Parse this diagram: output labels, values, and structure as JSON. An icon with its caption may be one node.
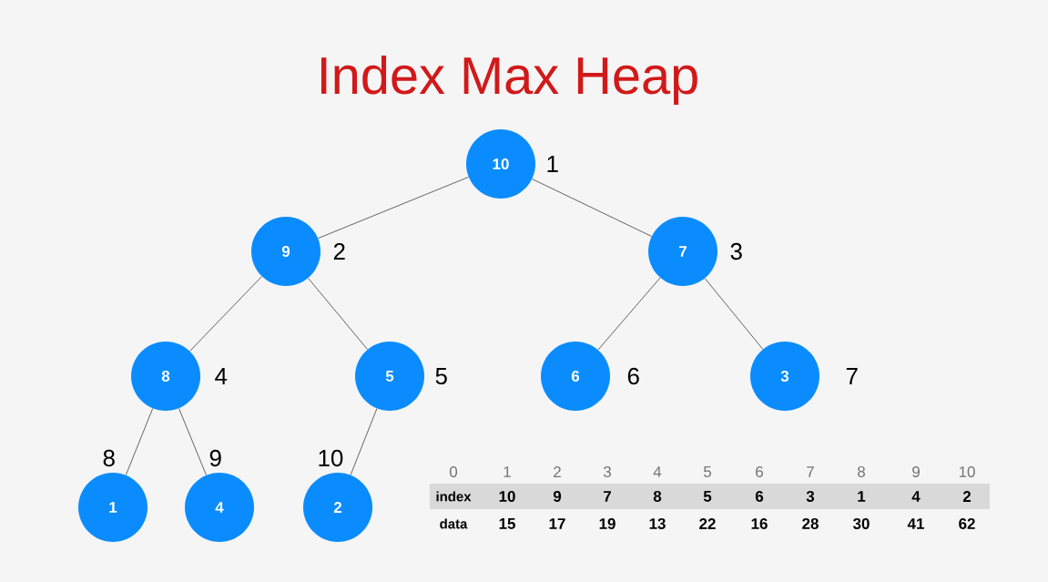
{
  "diagram": {
    "title": "Index Max Heap",
    "nodes": [
      {
        "text": [
          "10"
        ],
        "beside": [
          "1"
        ]
      },
      {
        "text": [
          "9"
        ],
        "beside": [
          "2"
        ]
      },
      {
        "text": [
          "7"
        ],
        "beside": [
          "3"
        ]
      },
      {
        "text": [
          "8"
        ],
        "beside": [
          "4"
        ]
      },
      {
        "text": [
          "5"
        ],
        "beside": [
          "5"
        ]
      },
      {
        "text": [
          "6"
        ],
        "beside": [
          "6"
        ]
      },
      {
        "text": [
          "3"
        ],
        "beside": [
          "7"
        ]
      },
      {
        "text": [
          "1"
        ],
        "beside": [
          "8"
        ]
      },
      {
        "text": [
          "4"
        ],
        "beside": [
          "9"
        ]
      },
      {
        "text": [
          "2"
        ],
        "beside": [
          "10"
        ]
      }
    ],
    "edges": [
      {
        "from": 0,
        "to": 1,
        "arrow": "none"
      },
      {
        "from": 0,
        "to": 2,
        "arrow": "none"
      },
      {
        "from": 1,
        "to": 3,
        "arrow": "none"
      },
      {
        "from": 1,
        "to": 4,
        "arrow": "none"
      },
      {
        "from": 2,
        "to": 5,
        "arrow": "none"
      },
      {
        "from": 2,
        "to": 6,
        "arrow": "none"
      },
      {
        "from": 3,
        "to": 7,
        "arrow": "none"
      },
      {
        "from": 3,
        "to": 8,
        "arrow": "none"
      },
      {
        "from": 4,
        "to": 9,
        "arrow": "none"
      }
    ],
    "labels": [
      "0",
      "1",
      "2",
      "3",
      "4",
      "5",
      "6",
      "7",
      "8",
      "9",
      "10",
      "index",
      "10",
      "9",
      "7",
      "8",
      "5",
      "6",
      "3",
      "1",
      "4",
      "2",
      "data",
      "15",
      "17",
      "19",
      "13",
      "22",
      "16",
      "28",
      "30",
      "41",
      "62"
    ]
  }
}
